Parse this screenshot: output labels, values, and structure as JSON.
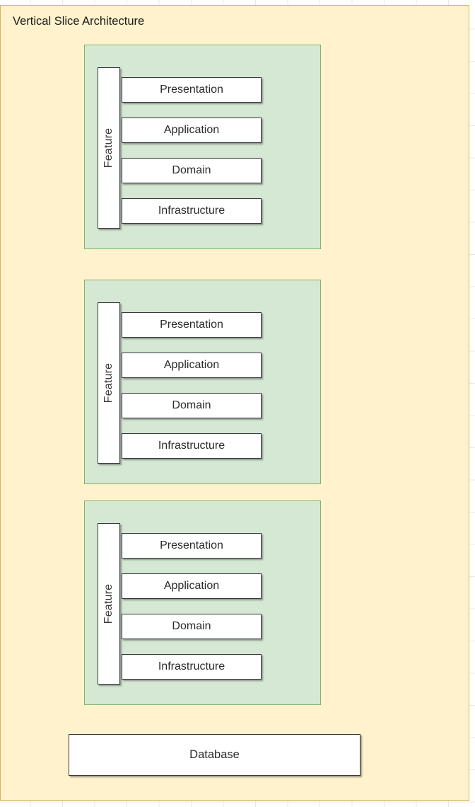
{
  "diagram": {
    "title": "Vertical Slice Architecture",
    "background_color": "#fff2cc",
    "border_color": "#d6b656",
    "slice_fill_color": "#d5e8d4",
    "slice_border_color": "#82b366",
    "box_fill_color": "#ffffff",
    "box_border_color": "#36393d",
    "slices": [
      {
        "feature_label": "Feature",
        "layers": [
          {
            "label": "Presentation"
          },
          {
            "label": "Application"
          },
          {
            "label": "Domain"
          },
          {
            "label": "Infrastructure"
          }
        ]
      },
      {
        "feature_label": "Feature",
        "layers": [
          {
            "label": "Presentation"
          },
          {
            "label": "Application"
          },
          {
            "label": "Domain"
          },
          {
            "label": "Infrastructure"
          }
        ]
      },
      {
        "feature_label": "Feature",
        "layers": [
          {
            "label": "Presentation"
          },
          {
            "label": "Application"
          },
          {
            "label": "Domain"
          },
          {
            "label": "Infrastructure"
          }
        ]
      }
    ],
    "database": {
      "label": "Database"
    }
  }
}
